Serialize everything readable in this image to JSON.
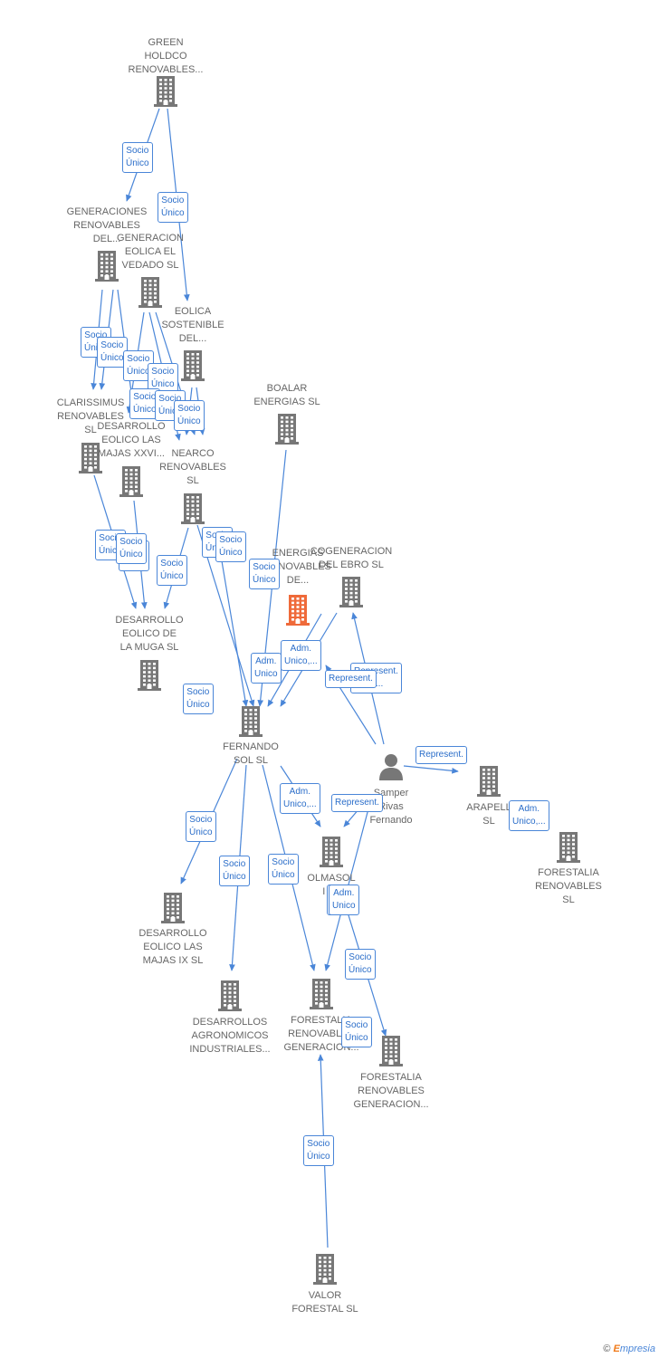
{
  "colors": {
    "edge": "#4a86d8",
    "building": "#777777",
    "highlight": "#ef6a3a",
    "label": "#666666"
  },
  "nodes": [
    {
      "id": "green_holdco",
      "icon": "building-icon",
      "lines": [
        "GREEN",
        "HOLDCO",
        "RENOVABLES..."
      ]
    },
    {
      "id": "gen_renov_del",
      "icon": "building-icon",
      "lines": [
        "GENERACIONES",
        "RENOVABLES",
        "DEL..."
      ]
    },
    {
      "id": "gen_eolica_vedado",
      "icon": "building-icon",
      "lines": [
        "GENERACION",
        "EOLICA EL",
        "VEDADO SL"
      ]
    },
    {
      "id": "eolica_sostenible",
      "icon": "building-icon",
      "lines": [
        "EOLICA",
        "SOSTENIBLE",
        "DEL..."
      ]
    },
    {
      "id": "clarissimus",
      "icon": "building-icon",
      "lines": [
        "CLARISSIMUS",
        "RENOVABLES",
        "SL"
      ]
    },
    {
      "id": "des_majas_xxvi",
      "icon": "building-icon",
      "lines": [
        "DESARROLLO",
        "EOLICO LAS",
        "MAJAS XXVI..."
      ]
    },
    {
      "id": "nearco",
      "icon": "building-icon",
      "lines": [
        "NEARCO",
        "RENOVABLES",
        "SL"
      ]
    },
    {
      "id": "boalar",
      "icon": "building-icon",
      "lines": [
        "BOALAR",
        "ENERGIAS  SL"
      ]
    },
    {
      "id": "energias_renovables",
      "icon": "building-icon",
      "highlight": true,
      "lines": [
        "ENERGIAS",
        "RENOVABLES",
        "DE..."
      ]
    },
    {
      "id": "cogeneracion",
      "icon": "building-icon",
      "lines": [
        "COGENERACION",
        "DEL EBRO  SL"
      ]
    },
    {
      "id": "des_la_muga",
      "icon": "building-icon",
      "lines": [
        "DESARROLLO",
        "EOLICO DE",
        "LA MUGA SL"
      ]
    },
    {
      "id": "fernando_sol",
      "icon": "building-icon",
      "lines": [
        "FERNANDO",
        "SOL SL"
      ]
    },
    {
      "id": "samper",
      "icon": "person-icon",
      "lines": [
        "Samper",
        "Rivas",
        "Fernando"
      ]
    },
    {
      "id": "arapell",
      "icon": "building-icon",
      "lines": [
        "ARAPELL",
        "SL"
      ]
    },
    {
      "id": "forestalia_renov",
      "icon": "building-icon",
      "lines": [
        "FORESTALIA",
        "RENOVABLES",
        "SL"
      ]
    },
    {
      "id": "olmasol",
      "icon": "building-icon",
      "lines": [
        "OLMASOL",
        "I SL"
      ]
    },
    {
      "id": "des_majas_ix",
      "icon": "building-icon",
      "lines": [
        "DESARROLLO",
        "EOLICO LAS",
        "MAJAS IX  SL"
      ]
    },
    {
      "id": "des_agronomicos",
      "icon": "building-icon",
      "lines": [
        "DESARROLLOS",
        "AGRONOMICOS",
        "INDUSTRIALES..."
      ]
    },
    {
      "id": "forestalia_gen1",
      "icon": "building-icon",
      "lines": [
        "FORESTALIA",
        "RENOVABLES",
        "GENERACION..."
      ]
    },
    {
      "id": "forestalia_gen2",
      "icon": "building-icon",
      "lines": [
        "FORESTALIA",
        "RENOVABLES",
        "GENERACION..."
      ]
    },
    {
      "id": "valor_forestal",
      "icon": "building-icon",
      "lines": [
        "VALOR",
        "FORESTAL SL"
      ]
    }
  ],
  "edge_labels": [
    {
      "lines": [
        "Socio",
        "Único"
      ]
    },
    {
      "lines": [
        "Socio",
        "Único"
      ]
    },
    {
      "lines": [
        "Socio",
        "Único"
      ]
    },
    {
      "lines": [
        "Socio",
        "Único"
      ]
    },
    {
      "lines": [
        "Socio",
        "Único"
      ]
    },
    {
      "lines": [
        "Socio",
        "Único"
      ]
    },
    {
      "lines": [
        "Socio",
        "Único"
      ]
    },
    {
      "lines": [
        "Socio",
        "Único"
      ]
    },
    {
      "lines": [
        "Socio",
        "Único"
      ]
    },
    {
      "lines": [
        "Socio",
        "Único"
      ]
    },
    {
      "lines": [
        "Socio",
        "Único"
      ]
    },
    {
      "lines": [
        "Socio",
        "Único"
      ]
    },
    {
      "lines": [
        "Socio",
        "Único"
      ]
    },
    {
      "lines": [
        "Socio",
        "Único"
      ]
    },
    {
      "lines": [
        "Socio",
        "Único"
      ]
    },
    {
      "lines": [
        "Socio",
        "Único"
      ]
    },
    {
      "lines": [
        "Socio",
        "Único"
      ]
    },
    {
      "lines": [
        "Socio",
        "Único"
      ]
    },
    {
      "lines": [
        "Adm.",
        "Unico,..."
      ]
    },
    {
      "lines": [
        "Adm.",
        "Unico"
      ]
    },
    {
      "lines": [
        "Represent.",
        "R..."
      ]
    },
    {
      "lines": [
        "Represent."
      ]
    },
    {
      "lines": [
        "Represent."
      ]
    },
    {
      "lines": [
        "Adm.",
        "Unico,..."
      ]
    },
    {
      "lines": [
        "Socio",
        "Único"
      ]
    },
    {
      "lines": [
        "Adm.",
        "Unico"
      ]
    },
    {
      "lines": [
        "Represent."
      ]
    },
    {
      "lines": [
        "Socio",
        "Único"
      ]
    },
    {
      "lines": [
        "Adm.",
        "Unico,..."
      ]
    },
    {
      "lines": [
        "Adm.",
        "Unico"
      ]
    },
    {
      "lines": [
        "Socio",
        "Único"
      ]
    },
    {
      "lines": [
        "Socio",
        "Único"
      ]
    },
    {
      "lines": [
        "Socio",
        "Único"
      ]
    },
    {
      "lines": [
        "Socio",
        "Único"
      ]
    }
  ],
  "footer": {
    "copyright": "©",
    "brand_initial": "E",
    "brand_rest": "mpresia"
  }
}
